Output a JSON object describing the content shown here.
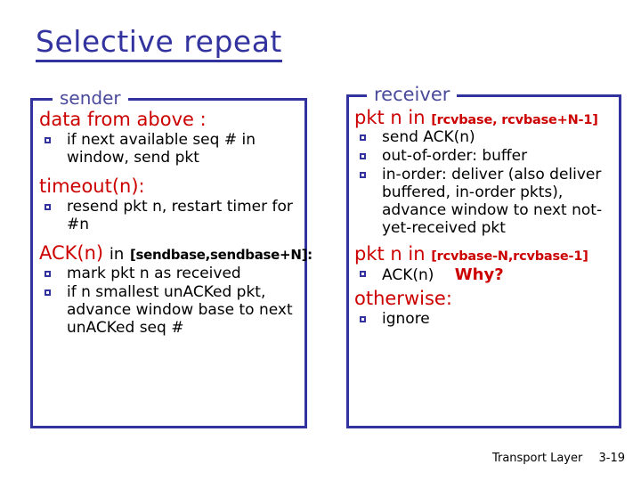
{
  "slide": {
    "title": "Selective repeat",
    "title_color": "#3333A0",
    "accent_red": "#CC0000",
    "bullet_color": "#3333A0"
  },
  "sender": {
    "label": "sender",
    "sections": [
      {
        "heading_red": "data from above :",
        "heading_black": "",
        "heading_small": "",
        "bullets": [
          "if next available seq # in window, send pkt"
        ]
      },
      {
        "heading_red": "timeout(n):",
        "heading_black": "",
        "heading_small": "",
        "bullets": [
          "resend pkt n, restart timer for #n"
        ]
      },
      {
        "heading_red": "ACK(n)",
        "heading_black": "in",
        "heading_small": "[sendbase,sendbase+N]:",
        "bullets": [
          "mark pkt n as received",
          "if n smallest unACKed pkt, advance window base to next unACKed seq #"
        ]
      }
    ]
  },
  "receiver": {
    "label": "receiver",
    "sections": [
      {
        "heading_red": "pkt n in",
        "heading_small_red": "[rcvbase, rcvbase+N-1]",
        "bullets": [
          "send ACK(n)",
          "out-of-order: buffer",
          "in-order: deliver (also deliver buffered, in-order pkts), advance window to next not-yet-received pkt"
        ]
      },
      {
        "heading_red": "pkt n in",
        "heading_small_red": "[rcvbase-N,rcvbase-1]",
        "bullets": [
          "ACK(n)"
        ],
        "bullet_suffix_red": "Why?"
      },
      {
        "heading_red": "otherwise:",
        "heading_small_red": "",
        "bullets": [
          "ignore"
        ]
      }
    ]
  },
  "footer": {
    "text": "Transport Layer",
    "page": "3-19"
  }
}
